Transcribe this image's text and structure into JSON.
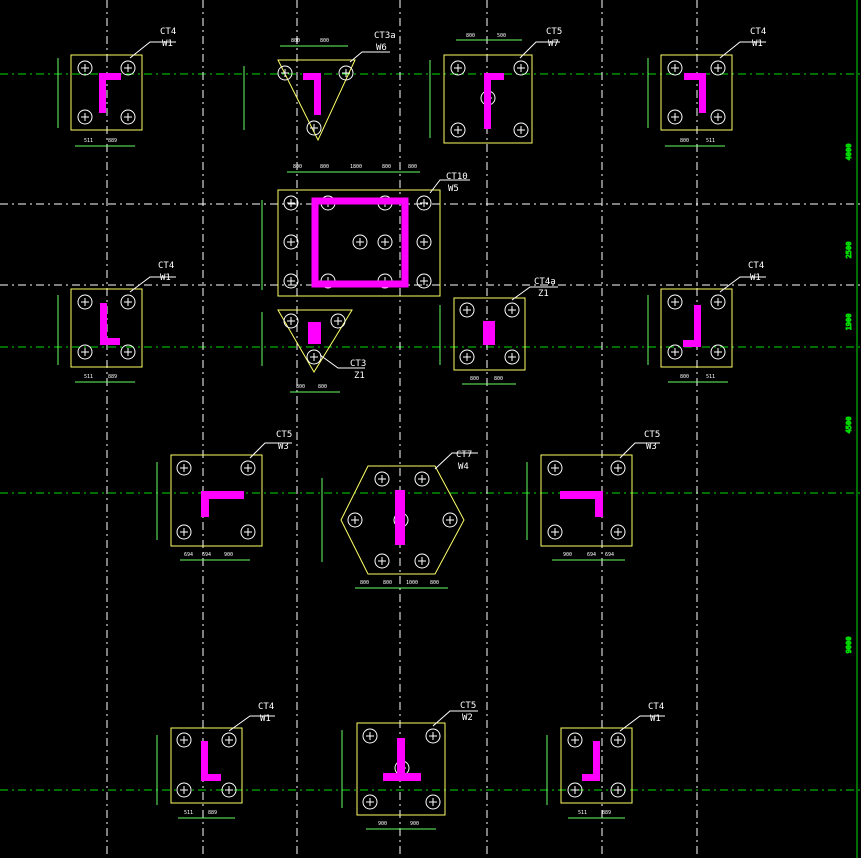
{
  "colors": {
    "background": "#000000",
    "axis_green": "#00dd00",
    "axis_white": "#ffffff",
    "outline_yellow": "#ffff66",
    "pile_white": "#ffffff",
    "dim_green": "#66ff66",
    "column_magenta": "#ff00ff"
  },
  "right_dimensions": [
    "4000",
    "2500",
    "1900",
    "4500",
    "9000"
  ],
  "caps": {
    "c01": {
      "name": "CT4",
      "sub": "W1"
    },
    "c02": {
      "name": "CT3a",
      "sub": "W6"
    },
    "c03": {
      "name": "CT5",
      "sub": "W7"
    },
    "c04": {
      "name": "CT4",
      "sub": "W1"
    },
    "c05": {
      "name": "CT10",
      "sub": "W5"
    },
    "c06": {
      "name": "CT4",
      "sub": "W1"
    },
    "c07": {
      "name": "CT4a",
      "sub": "Z1"
    },
    "c08": {
      "name": "CT4",
      "sub": "W1"
    },
    "c09": {
      "name": "CT3",
      "sub": "Z1"
    },
    "c10": {
      "name": "CT5",
      "sub": "W3"
    },
    "c11": {
      "name": "CT7",
      "sub": "W4"
    },
    "c12": {
      "name": "CT5",
      "sub": "W3"
    },
    "c13": {
      "name": "CT4",
      "sub": "W1"
    },
    "c14": {
      "name": "CT5",
      "sub": "W2"
    },
    "c15": {
      "name": "CT4",
      "sub": "W1"
    }
  },
  "dims": {
    "c01": [
      "511",
      "889"
    ],
    "c02": [
      "800",
      "800"
    ],
    "c03": [
      "800",
      "500"
    ],
    "c04": [
      "800",
      "511"
    ],
    "c05": [
      "800",
      "800",
      "1800",
      "800",
      "800"
    ],
    "c06": [
      "511",
      "889"
    ],
    "c07": [
      "800",
      "800"
    ],
    "c08": [
      "800",
      "511"
    ],
    "c09": [
      "800",
      "800"
    ],
    "c10": [
      "694",
      "694",
      "900"
    ],
    "c11": [
      "800",
      "800",
      "1000",
      "800"
    ],
    "c12": [
      "900",
      "694",
      "694"
    ],
    "c13": [
      "511",
      "889"
    ],
    "c14": [
      "900",
      "900"
    ],
    "c15": [
      "511",
      "889"
    ]
  }
}
